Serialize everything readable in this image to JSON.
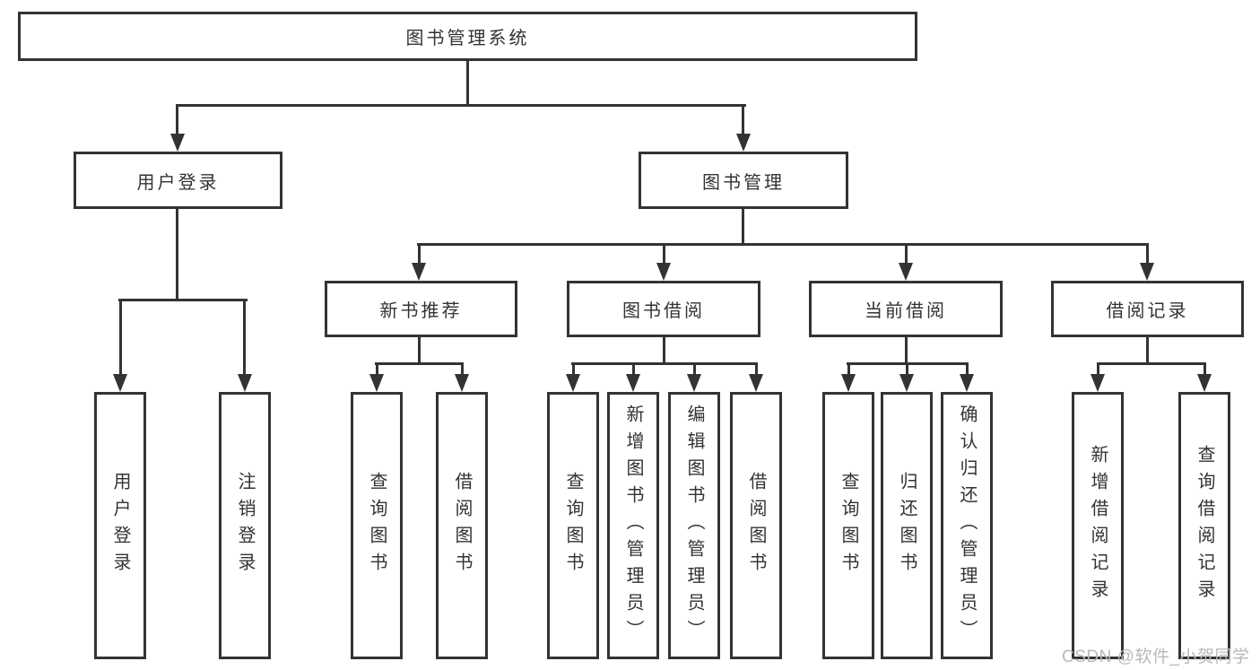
{
  "root": {
    "label": "图书管理系统"
  },
  "level2": {
    "user_login": {
      "label": "用户登录"
    },
    "book_mgmt": {
      "label": "图书管理"
    }
  },
  "level3": {
    "new_books": {
      "label": "新书推荐"
    },
    "book_borrow": {
      "label": "图书借阅"
    },
    "current_borrow": {
      "label": "当前借阅"
    },
    "borrow_records": {
      "label": "借阅记录"
    }
  },
  "leaves": {
    "login": "用户登录",
    "logout": "注销登录",
    "nb_query": "查询图书",
    "nb_borrow": "借阅图书",
    "bb_query": "查询图书",
    "bb_add": "新增图书（管理员）",
    "bb_edit": "编辑图书（管理员）",
    "bb_borrow": "借阅图书",
    "cb_query": "查询图书",
    "cb_return": "归还图书",
    "cb_confirm": "确认归还（管理员）",
    "br_add": "新增借阅记录",
    "br_query": "查询借阅记录"
  },
  "watermark": "CSDN @软件_小贺同学",
  "colors": {
    "line": "#333333",
    "watermark": "#b9b9b9"
  }
}
